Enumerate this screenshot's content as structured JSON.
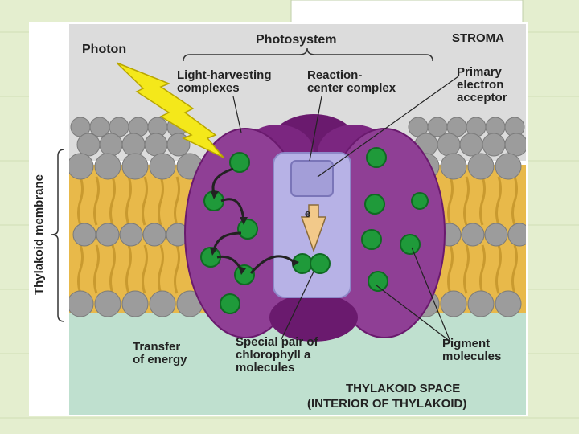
{
  "labels": {
    "photon": "Photon",
    "photosystem": "Photosystem",
    "stroma": "STROMA",
    "light_harvesting": "Light-harvesting\ncomplexes",
    "reaction_center": "Reaction-\ncenter complex",
    "primary_acceptor": "Primary\nelectron\nacceptor",
    "thylakoid_membrane": "Thylakoid membrane",
    "electron": "e",
    "transfer": "Transfer\nof energy",
    "special_pair": "Special pair of\nchlorophyll a\nmolecules",
    "pigment": "Pigment\nmolecules",
    "thylakoid_space": "THYLAKOID SPACE",
    "interior": "(INTERIOR OF THYLAKOID)"
  },
  "colors": {
    "background": "#e4eecf",
    "stroma": "#dcdcdc",
    "lipid_tail": "#e8b94a",
    "lipid_head": "#9c9c9c",
    "thylakoid_space": "#bfe0cf",
    "complex_purple": "#8f3f95",
    "complex_dark": "#6a1a6e",
    "reaction_center": "#b7b2e6",
    "pigment_green": "#1f9a3a",
    "photon_yellow": "#f4e81a"
  }
}
